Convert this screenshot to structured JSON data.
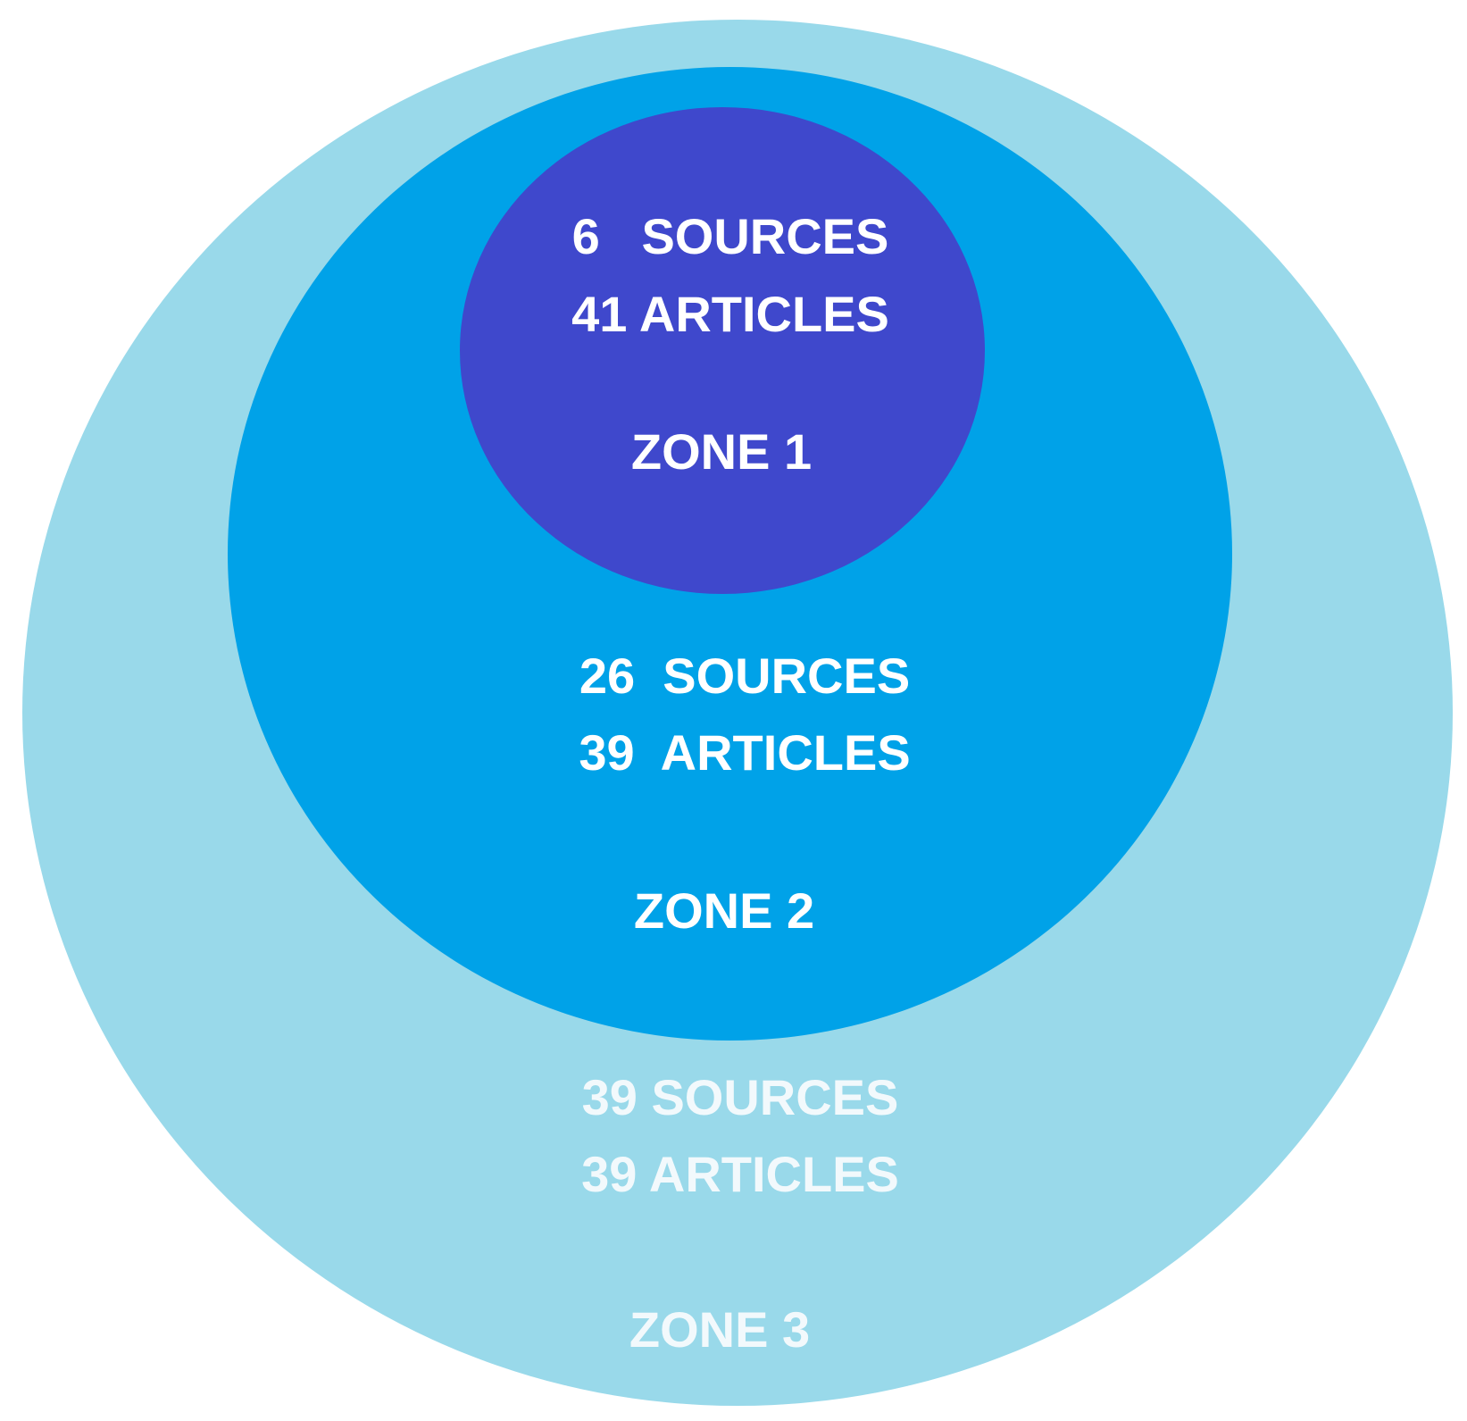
{
  "colors": {
    "zone1": "#3f48cc",
    "zone2": "#00a2e8",
    "zone3": "#99d9ea",
    "text_strong": "#ffffff",
    "text_light": "#f2f9fc"
  },
  "zones": [
    {
      "sources": "6   SOURCES",
      "articles": "41 ARTICLES",
      "name": "ZONE 1"
    },
    {
      "sources": "26  SOURCES",
      "articles": "39  ARTICLES",
      "name": "ZONE 2"
    },
    {
      "sources": "39 SOURCES",
      "articles": "39 ARTICLES",
      "name": "ZONE 3"
    }
  ]
}
